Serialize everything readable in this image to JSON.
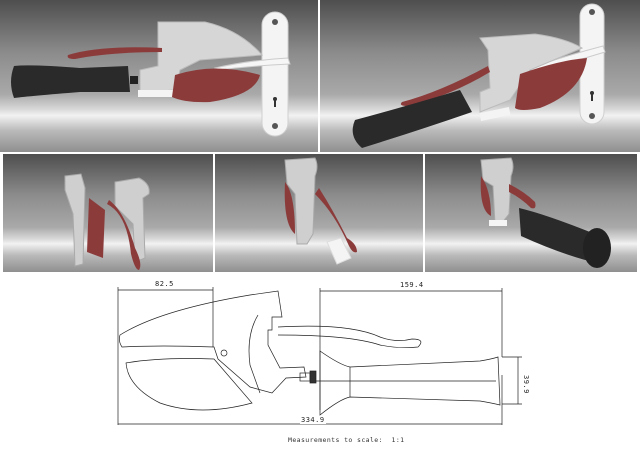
{
  "figure": {
    "renders": {
      "top": [
        {
          "id": "render-side-view",
          "subject": "door-handle gripping tool mounted on lever handle, side view"
        },
        {
          "id": "render-angled-view",
          "subject": "door-handle gripping tool mounted on lever handle, angled view"
        }
      ],
      "middle": [
        {
          "id": "render-exploded-parts",
          "subject": "exploded body halves and red jaw/lever"
        },
        {
          "id": "render-assembly-slider",
          "subject": "assembled body with white slider piece"
        },
        {
          "id": "render-assembly-grip",
          "subject": "assembled body with black rubber grip"
        }
      ]
    },
    "drawing": {
      "dimensions": {
        "jaw_length": "82.5",
        "grip_length": "159.4",
        "grip_diameter": "39.9",
        "overall_length": "334.9"
      },
      "caption": "Measurements to scale:  1:1"
    },
    "colors": {
      "body": "#d8d8d8",
      "jaw": "#8c3b3b",
      "grip": "#2a2a2a",
      "handle": "#f4f4f4",
      "line": "#222222"
    }
  }
}
